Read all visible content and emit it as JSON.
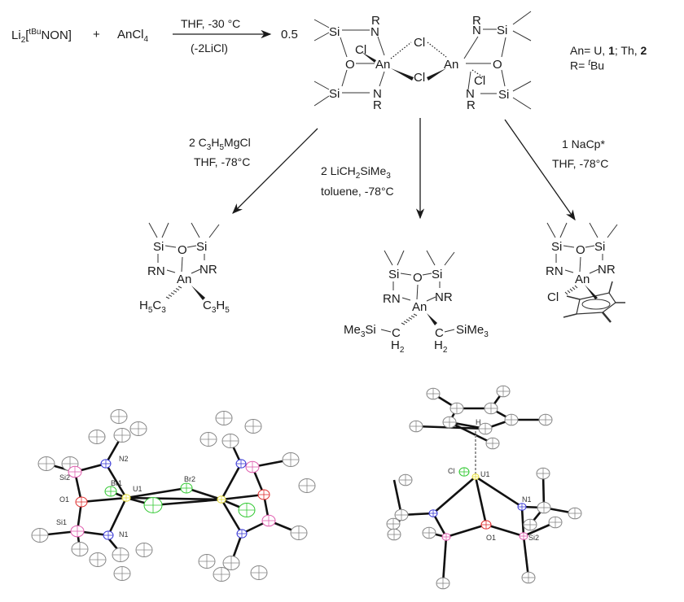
{
  "reactants": {
    "ligand_prefix": "Li",
    "ligand_sub": "2",
    "ligand_sup": "tBu",
    "ligand_bracket_open": "[",
    "ligand_body": "NON]",
    "plus": "+",
    "metal_halide": "AnCl",
    "metal_halide_sub": "4"
  },
  "main_arrow": {
    "above": "THF, -30 °C",
    "below": "(-2LiCl)"
  },
  "product_coefficient": "0.5",
  "dimer_labels": {
    "Si": "Si",
    "N": "N",
    "R": "R",
    "O": "O",
    "An": "An",
    "Cl": "Cl"
  },
  "legend": {
    "line1_prefix": "An= U, ",
    "line1_num1": "1",
    "line1_mid": "; Th, ",
    "line1_num2": "2",
    "line2_prefix": "R= ",
    "line2_sup": "t",
    "line2_suffix": "Bu"
  },
  "branches": [
    {
      "id": "allyl",
      "reagent_pre": "2 C",
      "reagent_sub1": "3",
      "reagent_mid": "H",
      "reagent_sub2": "5",
      "reagent_post": "MgCl",
      "conditions": "THF, -78°C",
      "product_labels": {
        "left_ligand": "H5C3",
        "right_ligand": "C3H5"
      }
    },
    {
      "id": "alkyl",
      "reagent_pre": "2 LiCH",
      "reagent_sub1": "2",
      "reagent_post": "SiMe",
      "reagent_sub2": "3",
      "conditions": "toluene, -78°C",
      "product_labels": {
        "left_ligand": "Me3Si",
        "right_ligand": "SiMe3",
        "ch2": "C",
        "h2": "H2"
      }
    },
    {
      "id": "cpstar",
      "reagent": "1 NaCp*",
      "conditions": "THF, -78°C",
      "product_labels": {
        "halide": "Cl"
      }
    }
  ],
  "product_common_labels": {
    "Si": "Si",
    "O": "O",
    "RN": "RN",
    "NR": "NR",
    "An": "An"
  },
  "crystal_structures": [
    {
      "id": "dimer-bromide",
      "atom_labels": [
        "N2",
        "Si2",
        "Br1",
        "U1",
        "Br2",
        "O1",
        "Si1",
        "N1"
      ]
    },
    {
      "id": "cpstar-chloride",
      "atom_labels": [
        "Cl",
        "U1",
        "N1",
        "O1",
        "Si2",
        "H"
      ]
    }
  ],
  "colors": {
    "ink": "#1a1a1a",
    "carbon_ellipsoid": "#888888",
    "nitrogen": "#3b3bd6",
    "oxygen": "#e03030",
    "silicon": "#e060b0",
    "halogen": "#30c830",
    "uranium": "#e8e040"
  }
}
